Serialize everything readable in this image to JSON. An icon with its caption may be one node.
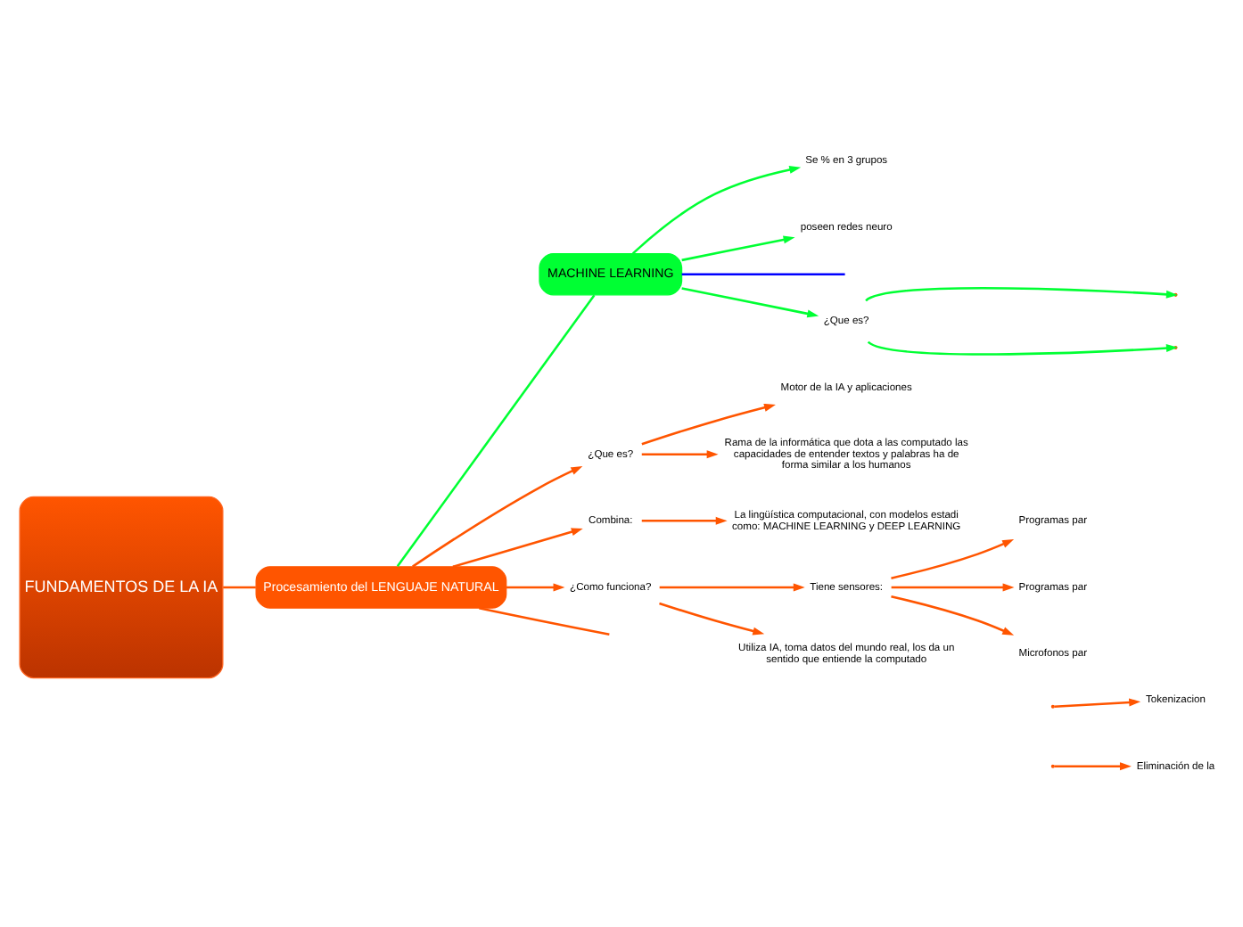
{
  "diagram": {
    "nodes": [
      {
        "text": [
          "FUNDAMENTOS DE LA IA"
        ]
      },
      {
        "text": [
          "Procesamiento del LENGUAJE NATURAL"
        ]
      },
      {
        "text": [
          "MACHINE LEARNING"
        ]
      },
      {
        "text": [
          "¿Que es?"
        ]
      },
      {
        "text": [
          "Se % en 3 grupos"
        ]
      },
      {
        "text": [
          "poseen redes neuro"
        ]
      },
      {
        "text": [
          "¿Que es?"
        ]
      },
      {
        "text": [
          "Rama de la informática que dota a las computado las capacidades de entender textos y palabras ha de forma similar a los humanos"
        ]
      },
      {
        "text": [
          "Motor de la IA y aplicaciones"
        ]
      },
      {
        "text": [
          "Combina:"
        ]
      },
      {
        "text": [
          "La lingüística computacional, con modelos estadi como: MACHINE LEARNING y DEEP LEARNING"
        ]
      },
      {
        "text": [
          "¿Como funciona?"
        ]
      },
      {
        "text": [
          "Utiliza IA, toma datos del mundo real, los da un sentido que entiende la computado"
        ]
      },
      {
        "text": [
          "Tiene sensores:"
        ]
      },
      {
        "text": [
          "Programas par"
        ]
      },
      {
        "text": [
          "Microfonos par"
        ]
      },
      {
        "text": [
          "Programas par"
        ]
      },
      {
        "text": [
          "Tokenizacion"
        ]
      },
      {
        "text": [
          "Eliminación de la"
        ]
      }
    ],
    "edges": [
      {
        "from": 0,
        "to": 1,
        "arrow": "none"
      },
      {
        "from": 1,
        "to": 2,
        "arrow": "none",
        "color": "#00ff33"
      },
      {
        "from": 2,
        "to": null,
        "arrow": "none",
        "color": "#0000ff"
      },
      {
        "from": 2,
        "to": 3,
        "arrow": "to",
        "color": "#00ff33"
      },
      {
        "from": 2,
        "to": 4,
        "arrow": "to",
        "color": "#00ff33"
      },
      {
        "from": 2,
        "to": 5,
        "arrow": "to",
        "color": "#00ff33"
      },
      {
        "from": 3,
        "to": null,
        "arrow": "to",
        "color": "#00ff33"
      },
      {
        "from": 3,
        "to": null,
        "arrow": "to",
        "color": "#00ff33"
      },
      {
        "from": 1,
        "to": 6,
        "arrow": "to"
      },
      {
        "from": 1,
        "to": 9,
        "arrow": "to"
      },
      {
        "from": 1,
        "to": 11,
        "arrow": "to"
      },
      {
        "from": 1,
        "to": null,
        "arrow": "none"
      },
      {
        "from": 6,
        "to": 7,
        "arrow": "to"
      },
      {
        "from": 6,
        "to": 8,
        "arrow": "to"
      },
      {
        "from": 9,
        "to": 10,
        "arrow": "to"
      },
      {
        "from": 11,
        "to": 12,
        "arrow": "to"
      },
      {
        "from": 11,
        "to": 13,
        "arrow": "to"
      },
      {
        "from": 13,
        "to": 14,
        "arrow": "to"
      },
      {
        "from": 13,
        "to": 15,
        "arrow": "to"
      },
      {
        "from": 13,
        "to": 16,
        "arrow": "to"
      },
      {
        "from": null,
        "to": 17,
        "arrow": "to"
      },
      {
        "from": null,
        "to": 18,
        "arrow": "to"
      }
    ]
  }
}
